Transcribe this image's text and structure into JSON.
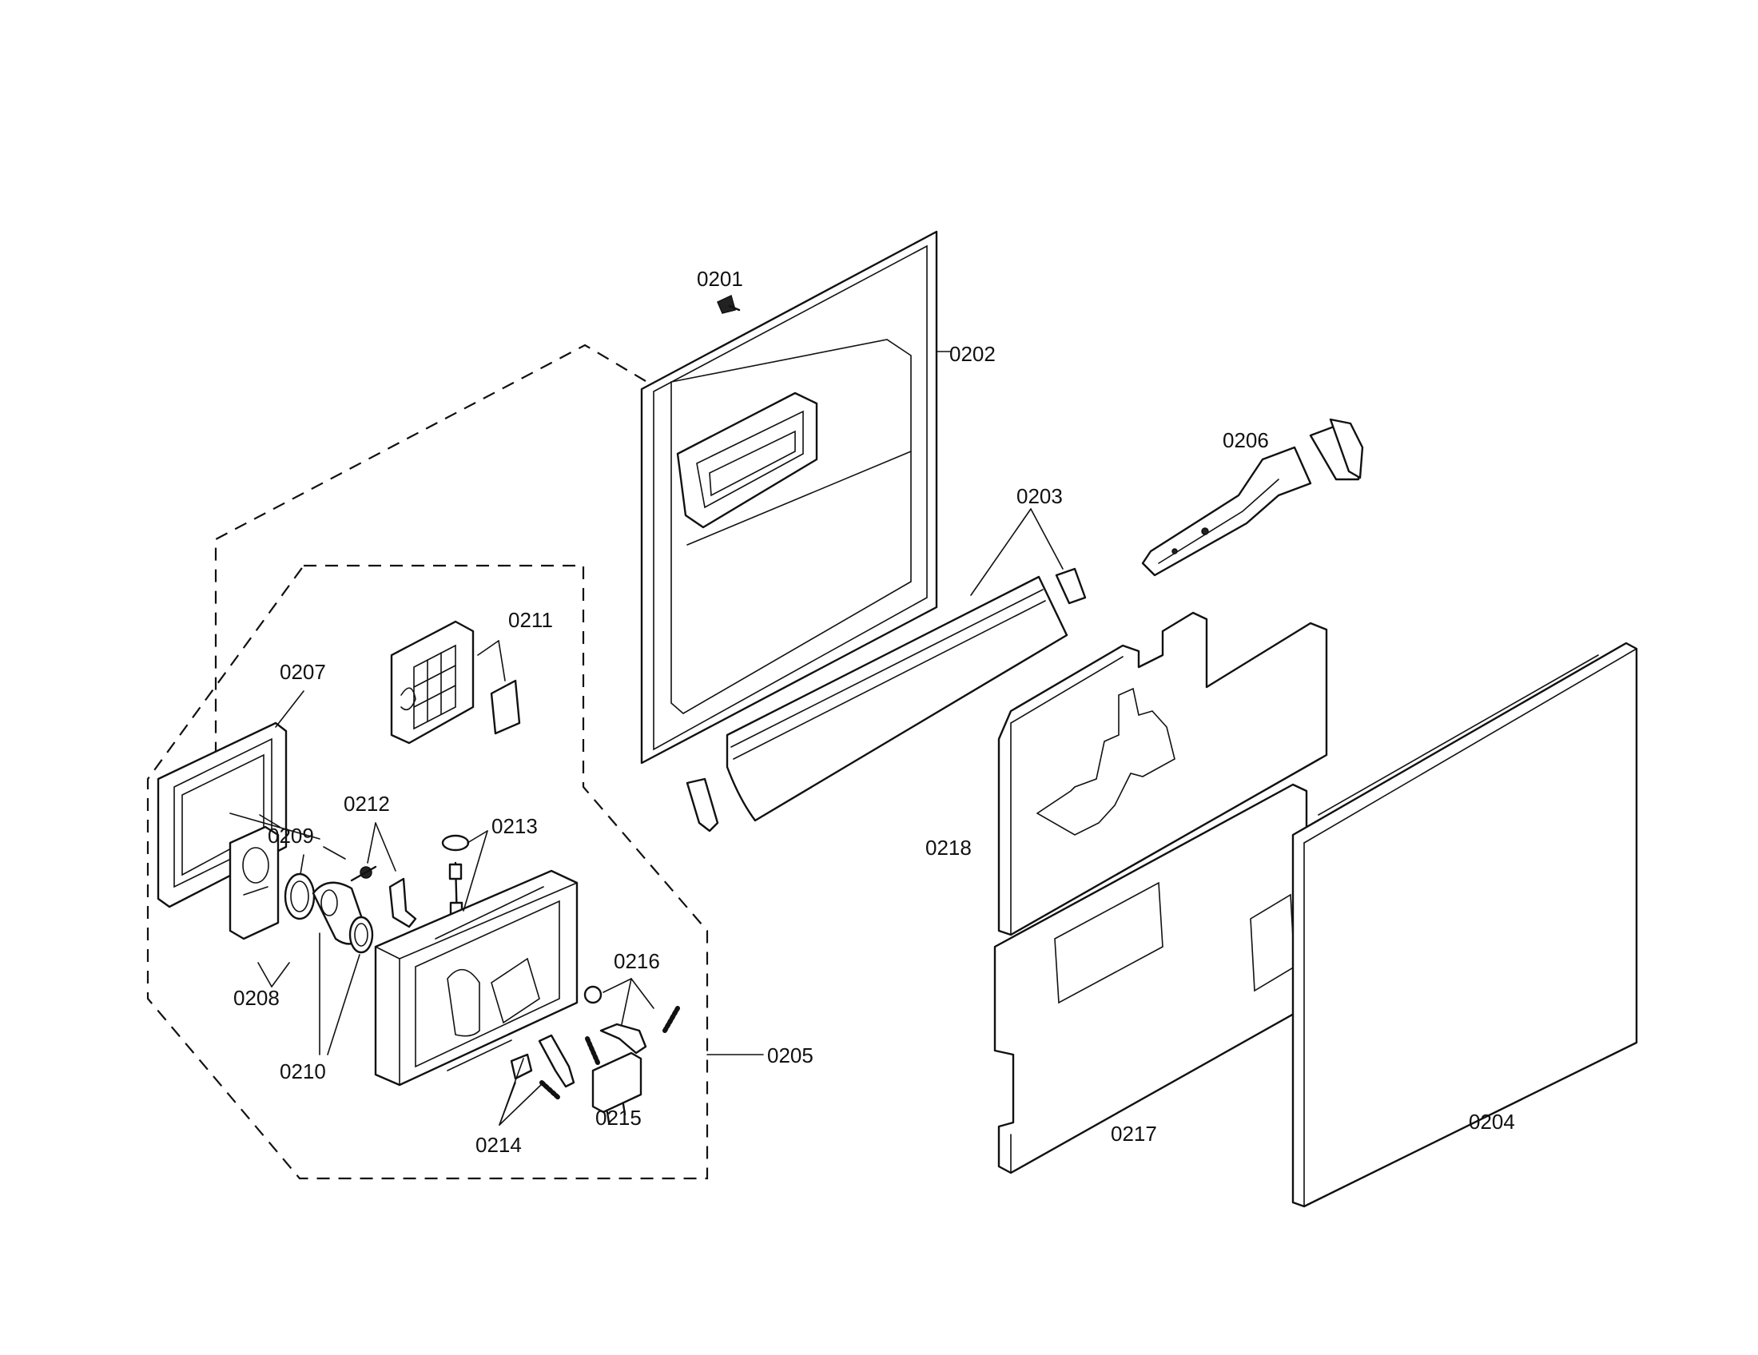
{
  "callouts": {
    "p0201": "0201",
    "p0202": "0202",
    "p0203": "0203",
    "p0204": "0204",
    "p0205": "0205",
    "p0206": "0206",
    "p0207": "0207",
    "p0208": "0208",
    "p0209": "0209",
    "p0210": "0210",
    "p0211": "0211",
    "p0212": "0212",
    "p0213": "0213",
    "p0214": "0214",
    "p0215": "0215",
    "p0216": "0216",
    "p0217": "0217",
    "p0218": "0218"
  }
}
